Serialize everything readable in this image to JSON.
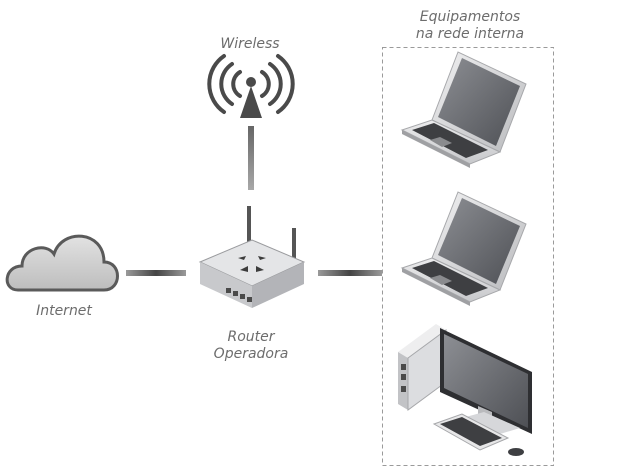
{
  "labels": {
    "equipment_line1": "Equipamentos",
    "equipment_line2": "na rede interna",
    "wireless": "Wireless",
    "internet": "Internet",
    "router_line1": "Router",
    "router_line2": "Operadora"
  },
  "colors": {
    "label_text": "#6d6d6d",
    "connector": "#555555",
    "dashed_border": "#9a9a9a",
    "device_silver": "#d9dadc",
    "device_dark": "#3c3d40",
    "screen": "#6e7075"
  },
  "icons": [
    "cloud-icon",
    "router-icon",
    "wireless-antenna-icon",
    "laptop-icon",
    "desktop-computer-icon"
  ]
}
